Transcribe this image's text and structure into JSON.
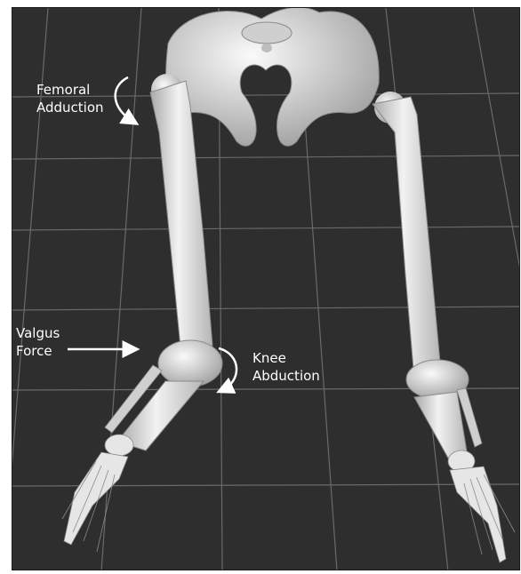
{
  "labels": {
    "femoral_adduction": [
      "Femoral",
      "Adduction"
    ],
    "valgus_force": [
      "Valgus",
      "Force"
    ],
    "knee_abduction": [
      "Knee",
      "Abduction"
    ]
  },
  "colors": {
    "background": "#2e2e2e",
    "grid": "#6a6a6a",
    "bone": "#e4e4e4",
    "bone_shadow": "#a9a9a9",
    "annotation": "#ffffff"
  },
  "icons": [
    "curved-arrow-icon",
    "straight-arrow-icon",
    "curved-arrow-icon"
  ]
}
